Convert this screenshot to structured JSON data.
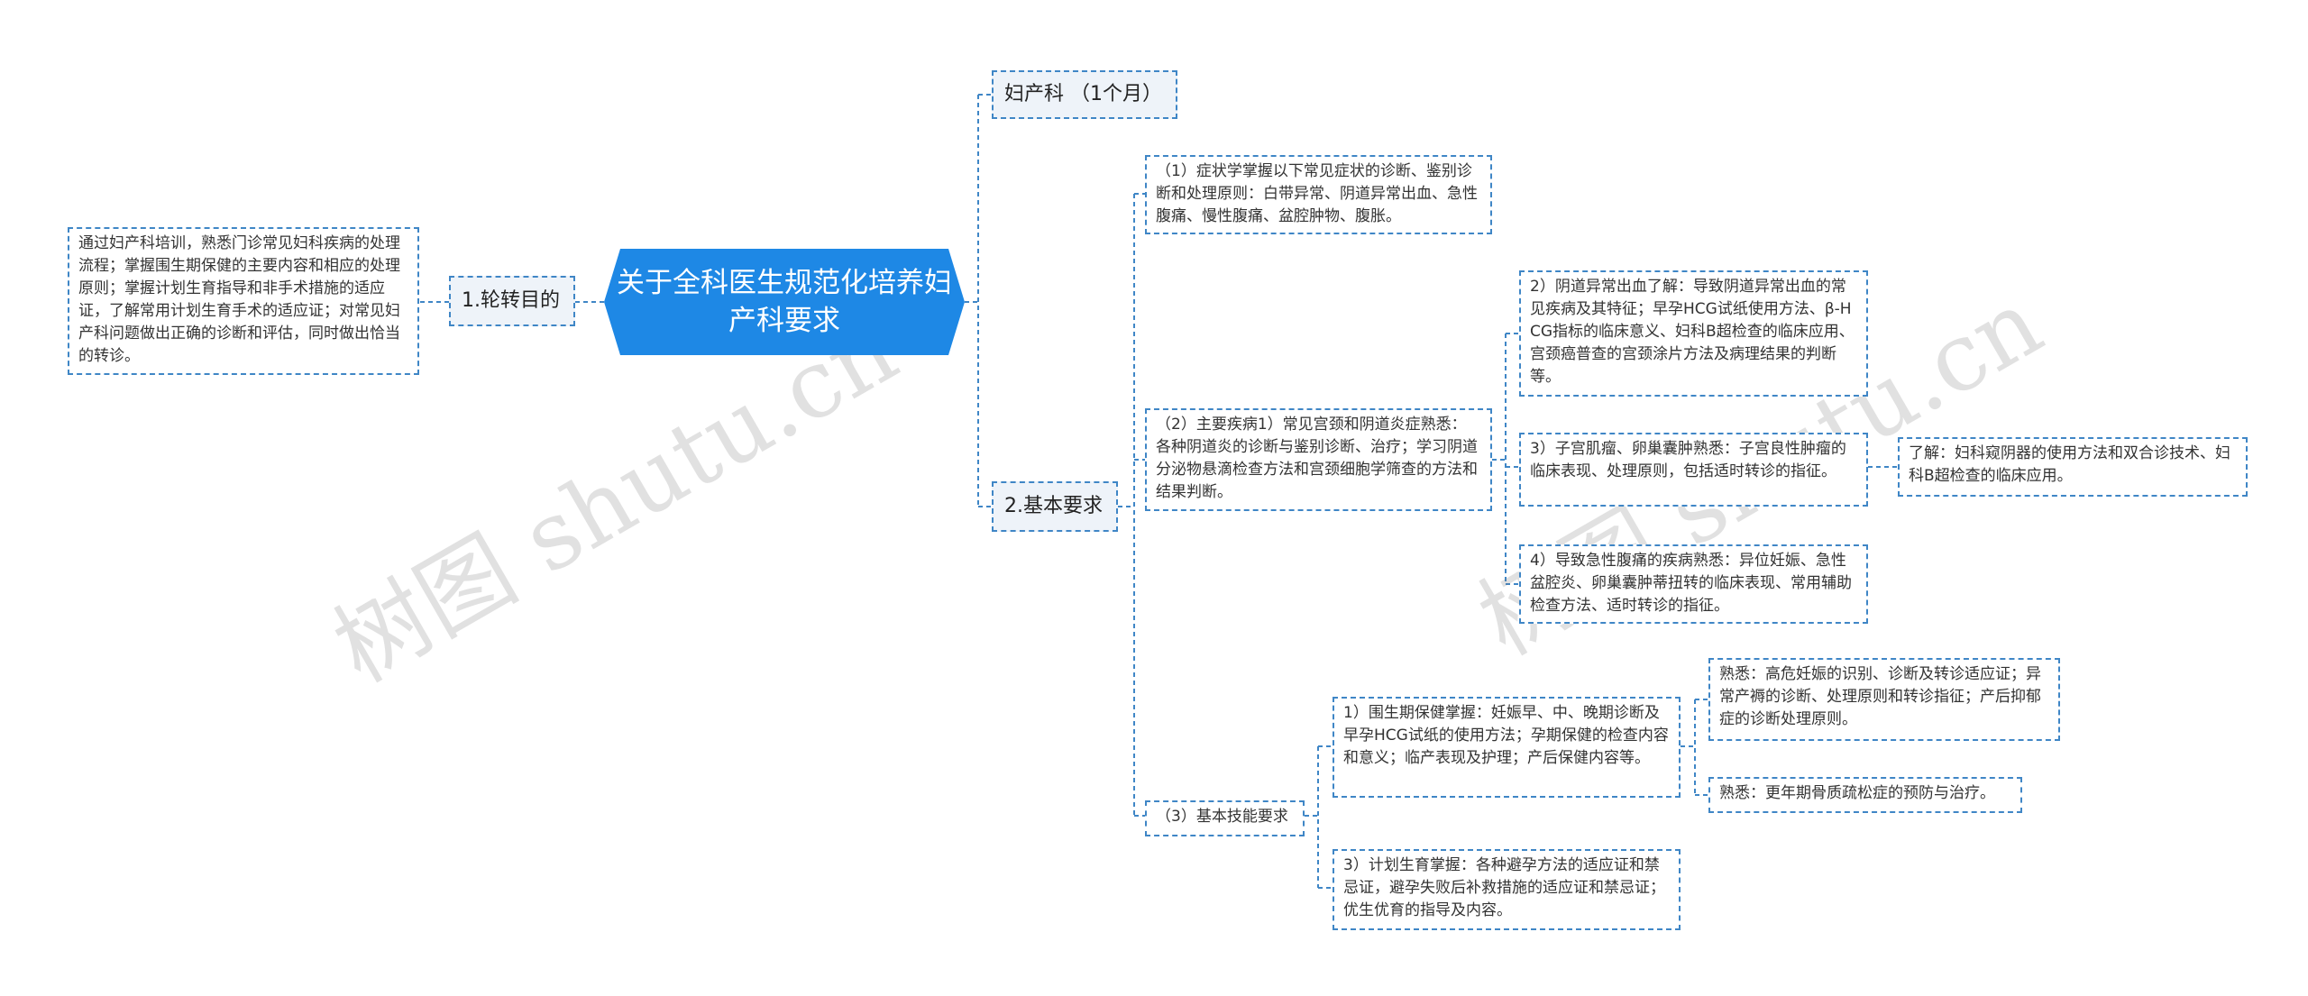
{
  "root": {
    "title": "关于全科医生规范化培养妇产科要求"
  },
  "branches": {
    "dept": "妇产科 （1个月）",
    "goal": "1.轮转目的",
    "basic": "2.基本要求"
  },
  "goal_text": "通过妇产科培训，熟悉门诊常见妇科疾病的处理流程；掌握围生期保健的主要内容和相应的处理原则；掌握计划生育指导和非手术措施的适应证，了解常用计划生育手术的适应证；对常见妇产科问题做出正确的诊断和评估，同时做出恰当的转诊。",
  "requirements": {
    "symptom": "（1）症状学掌握以下常见症状的诊断、鉴别诊断和处理原则：白带异常、阴道异常出血、急性腹痛、慢性腹痛、盆腔肿物、腹胀。",
    "disease": "（2）主要疾病1）常见宫颈和阴道炎症熟悉：各种阴道炎的诊断与鉴别诊断、治疗；学习阴道分泌物悬滴检查方法和宫颈细胞学筛查的方法和结果判断。",
    "disease_sub": {
      "bleeding": "2）阴道异常出血了解：导致阴道异常出血的常见疾病及其特征；早孕HCG试纸使用方法、β-HCG指标的临床意义、妇科B超检查的临床应用、宫颈癌普查的宫颈涂片方法及病理结果的判断等。",
      "myoma": "3）子宫肌瘤、卵巢囊肿熟悉：子宫良性肿瘤的临床表现、处理原则，包括适时转诊的指征。",
      "myoma_note": "了解：妇科窥阴器的使用方法和双合诊技术、妇科B超检查的临床应用。",
      "abdominal": "4）导致急性腹痛的疾病熟悉：异位妊娠、急性盆腔炎、卵巢囊肿蒂扭转的临床表现、常用辅助检查方法、适时转诊的指征。"
    },
    "skill": "（3）基本技能要求",
    "skill_sub": {
      "perinatal": "1）围生期保健掌握：妊娠早、中、晚期诊断及早孕HCG试纸的使用方法；孕期保健的检查内容和意义；临产表现及护理；产后保健内容等。",
      "perinatal_note1": "熟悉：高危妊娠的识别、诊断及转诊适应证；异常产褥的诊断、处理原则和转诊指征；产后抑郁症的诊断处理原则。",
      "perinatal_note2": "熟悉：更年期骨质疏松症的预防与治疗。",
      "family": "3）计划生育掌握：各种避孕方法的适应证和禁忌证，避孕失败后补救措施的适应证和禁忌证；优生优育的指导及内容。"
    }
  },
  "watermarks": [
    "树图 shutu.cn",
    "树图 shutu.cn"
  ],
  "colors": {
    "root_fill": "#1e88e5",
    "line": "#3f86c6",
    "branch_fill": "#eef3f9"
  }
}
